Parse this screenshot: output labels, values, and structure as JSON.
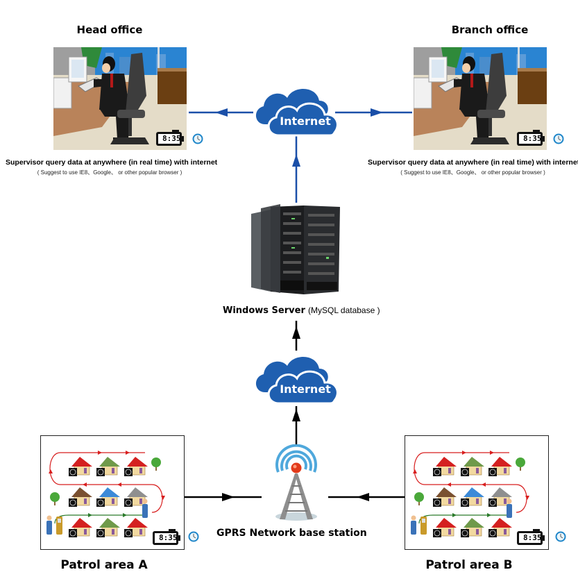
{
  "head_office": {
    "title": "Head office",
    "caption": "Supervisor query data at anywhere (in real time) with internet",
    "note": "( Suggest to use IE8、Google、 or other  popular  browser )",
    "clock_time": "8:35"
  },
  "branch_office": {
    "title": "Branch office",
    "caption": "Supervisor query data at anywhere (in real time) with internet",
    "note": "( Suggest to use IE8、Google、 or other  popular  browser )",
    "clock_time": "8:35"
  },
  "cloud_top": {
    "label": "Internet"
  },
  "cloud_bottom": {
    "label": "Internet"
  },
  "server": {
    "label_main": "Windows Server",
    "label_sub": "(MySQL database )"
  },
  "base_station": {
    "label": "GPRS Network base station"
  },
  "patrol_a": {
    "title": "Patrol area A",
    "clock_time": "8:35"
  },
  "patrol_b": {
    "title": "Patrol area B",
    "clock_time": "8:35"
  },
  "colors": {
    "cloud_blue": "#1f5fb0",
    "arrow_blue": "#1a4fa8",
    "arrow_black": "#000000",
    "route_red": "#d81e1e",
    "route_green": "#2a7a2a"
  },
  "houses": {
    "row1": [
      "red",
      "green",
      "red"
    ],
    "row2": [
      "brown",
      "blue",
      "gray"
    ],
    "row3": [
      "red",
      "green",
      "red"
    ]
  }
}
